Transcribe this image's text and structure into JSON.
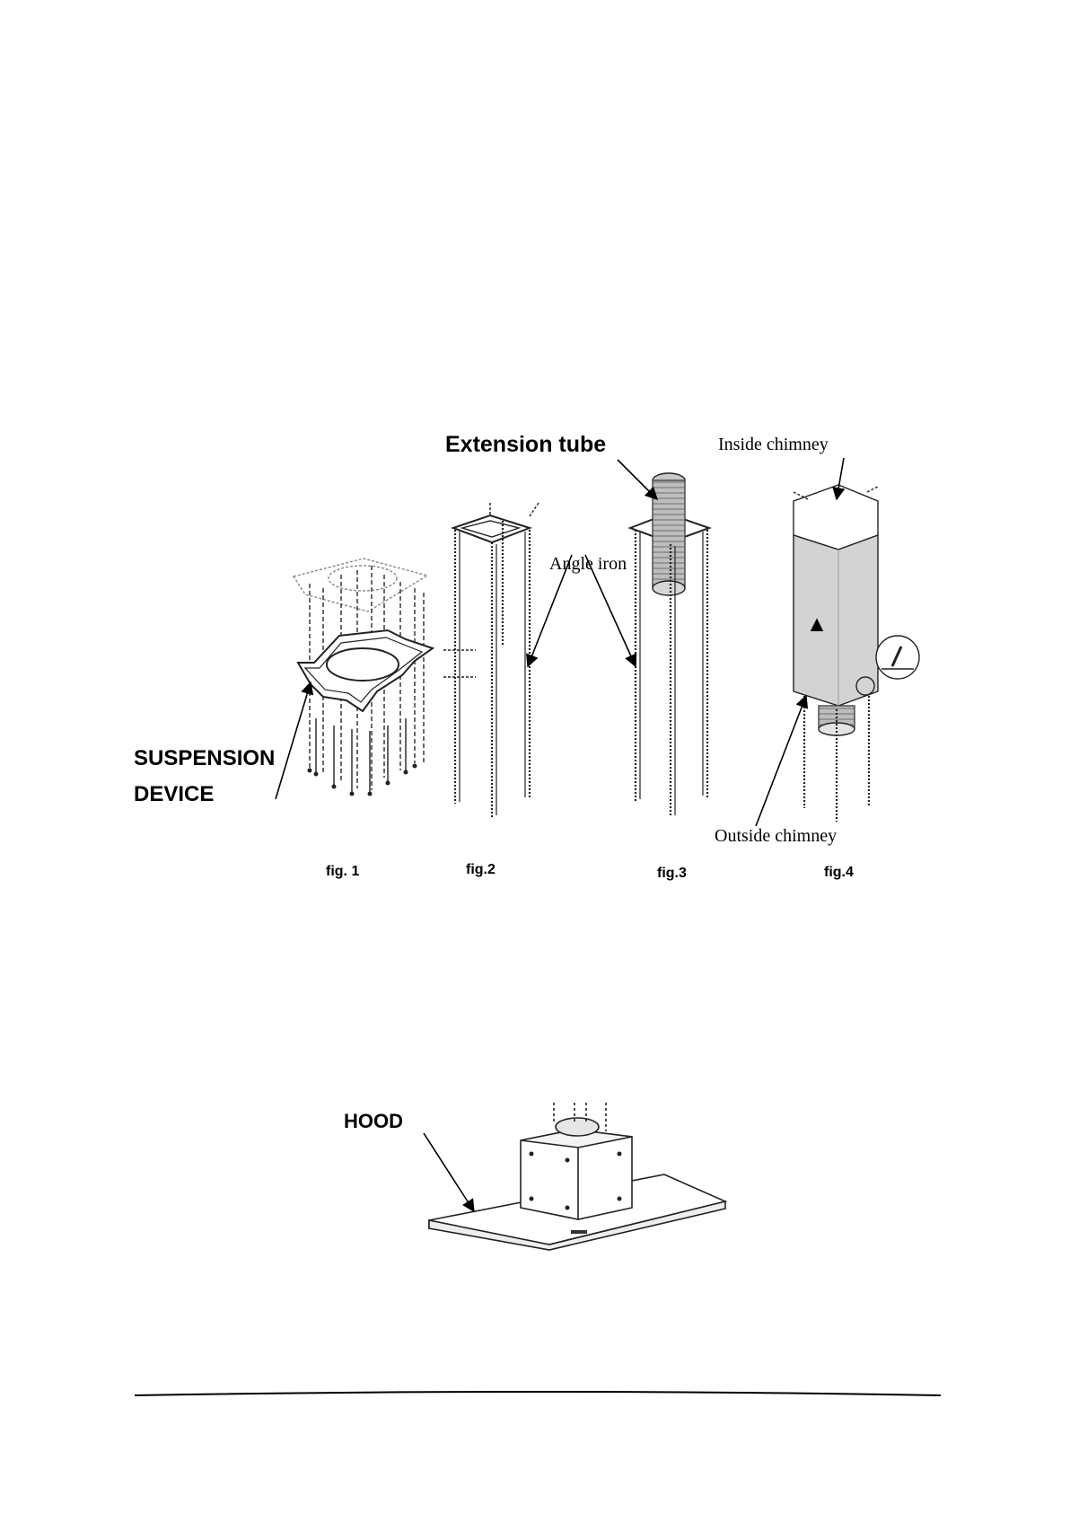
{
  "labels": {
    "extension_tube": "Extension tube",
    "angle_iron": "Angle iron",
    "inside_chimney": "Inside chimney",
    "outside_chimney": "Outside chimney",
    "suspension_line1": "SUSPENSION",
    "suspension_line2": "DEVICE",
    "hood": "HOOD"
  },
  "figures": {
    "fig1": "fig. 1",
    "fig2": "fig.2",
    "fig3": "fig.3",
    "fig4": "fig.4"
  }
}
